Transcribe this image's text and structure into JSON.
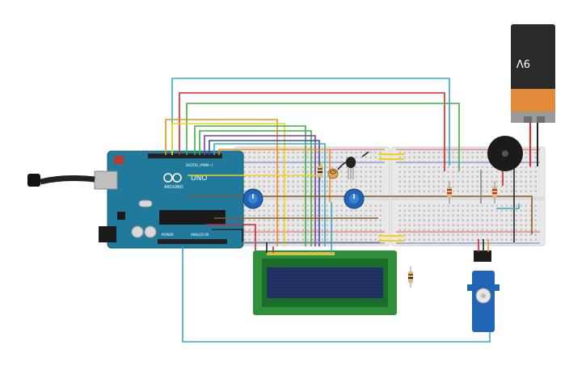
{
  "arduino": {
    "brand_label": "ARDUINO",
    "model_label": "UNO",
    "digital_header_label": "DIGITAL (PWM~)",
    "analog_header_label": "ANALOG IN",
    "power_header_label": "POWER"
  },
  "battery": {
    "label": "9V"
  },
  "colors": {
    "board": "#1f7a9c",
    "breadboard": "#e9e9e9",
    "lcd_pcb": "#2f8f3a",
    "lcd_screen": "#1d2c5a",
    "servo": "#1f64b5",
    "wire_cyan": "#3aa8c1",
    "wire_red": "#d9262b",
    "wire_green": "#3cb043",
    "wire_orange": "#f28c1c",
    "wire_yellow": "#f2d40e",
    "wire_brown": "#8a5a2b",
    "wire_purple": "#7b3fa1",
    "wire_blue": "#2f4fb0",
    "wire_black": "#222222",
    "wire_gray": "#8c8c8c"
  }
}
